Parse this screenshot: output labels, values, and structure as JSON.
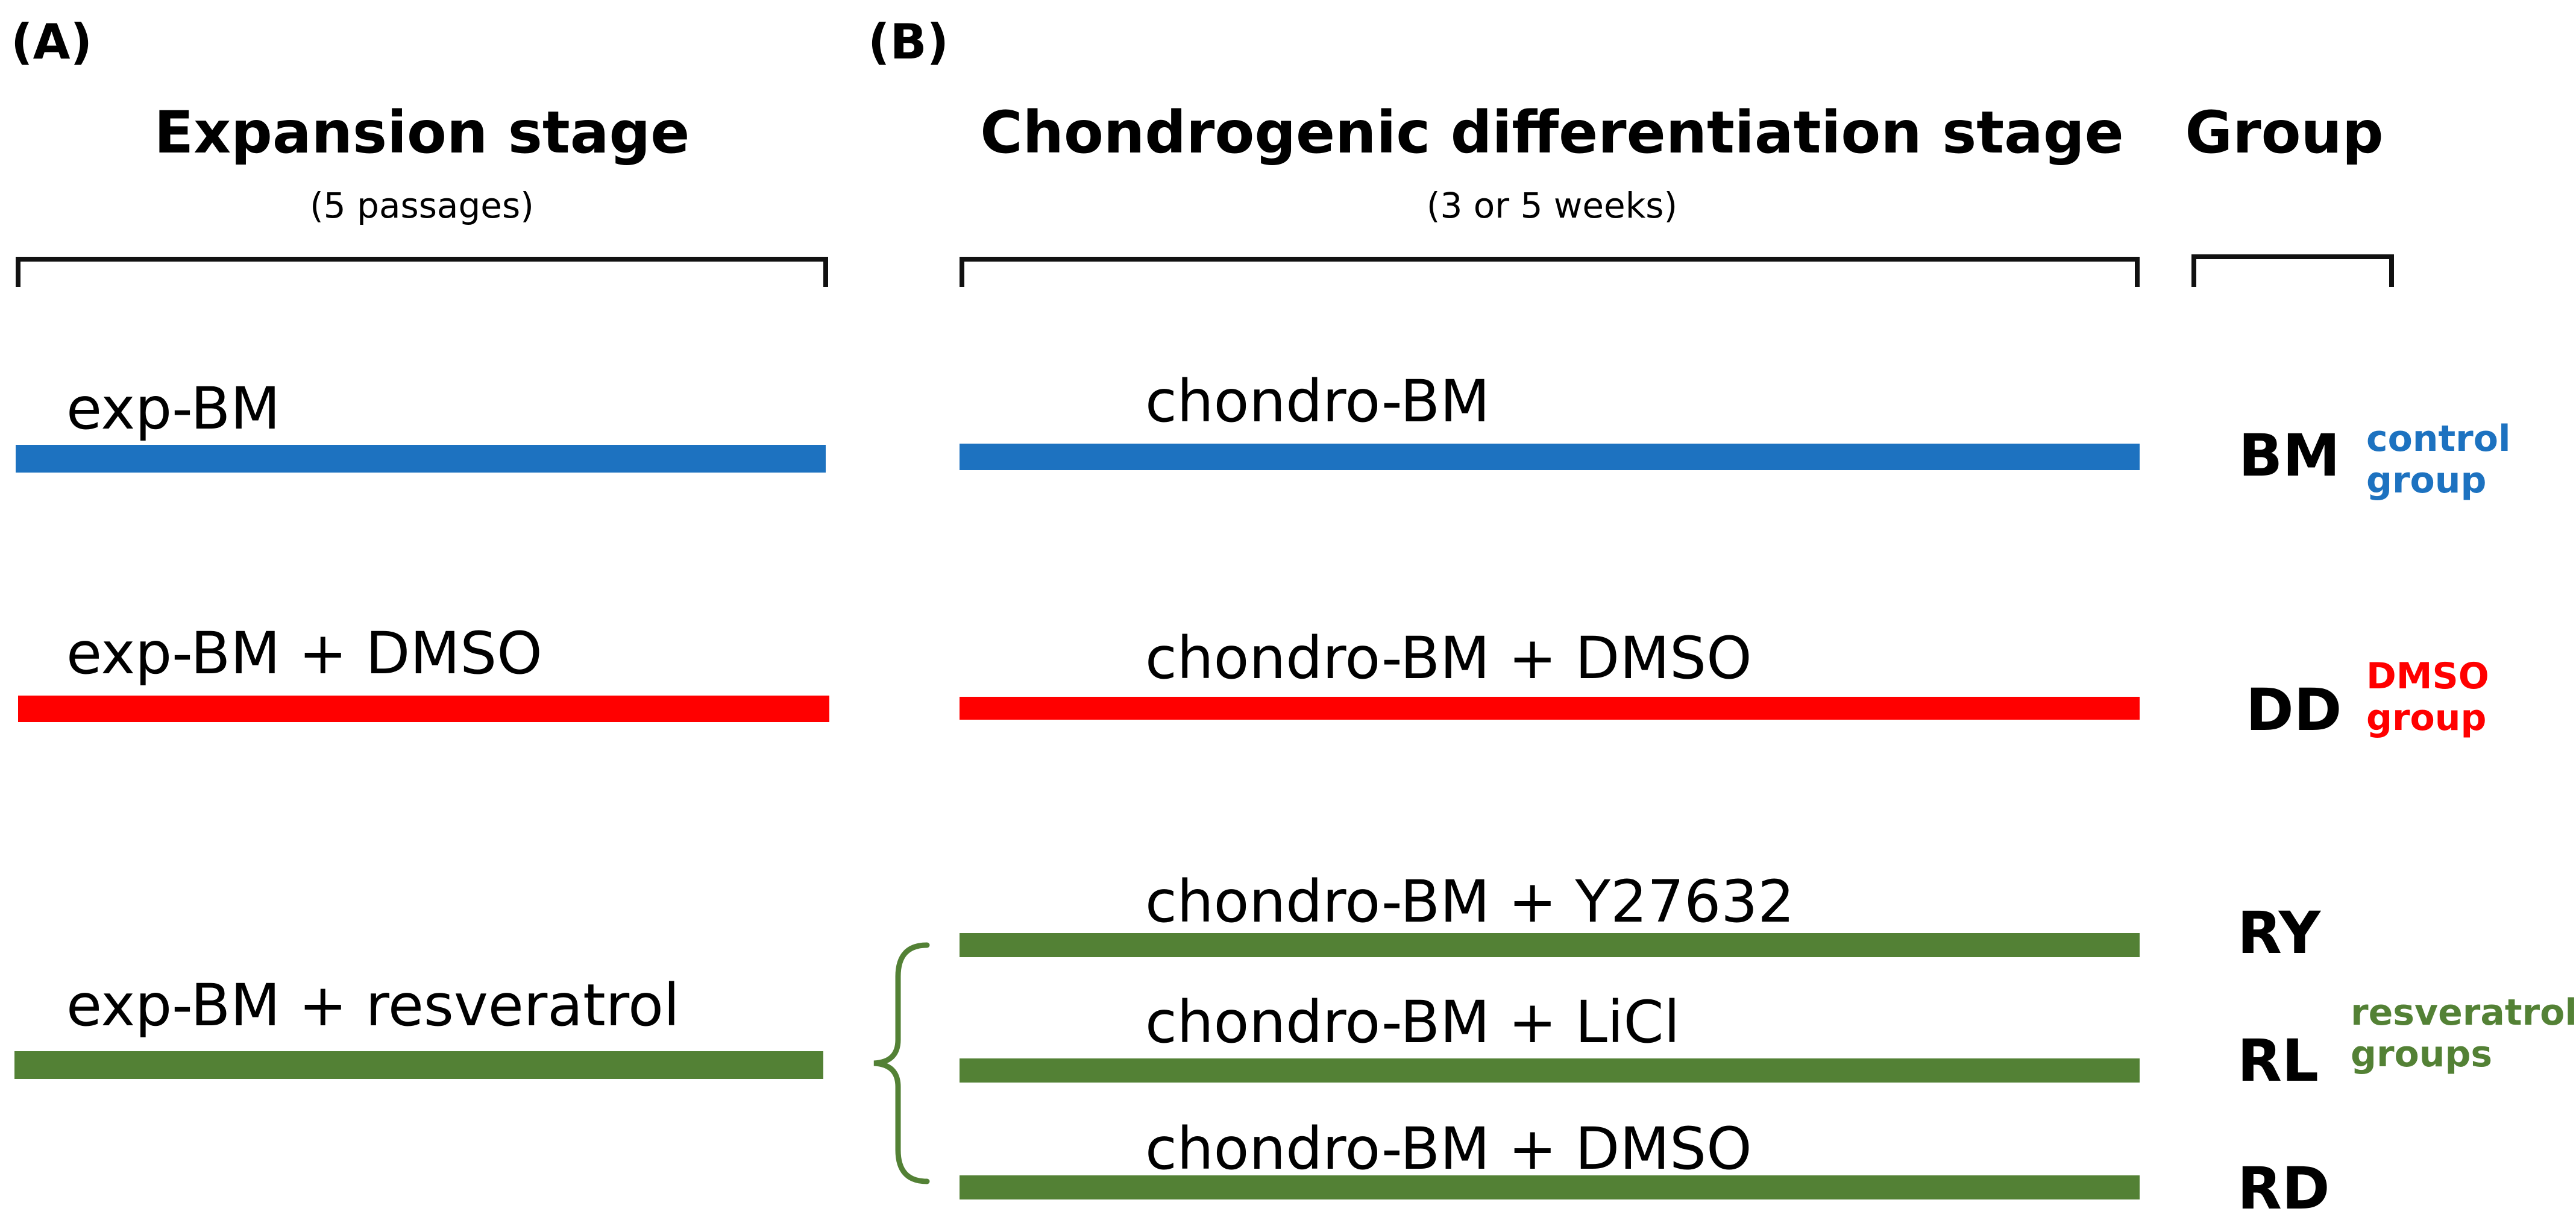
{
  "panels": {
    "a": "(A)",
    "b": "(B)"
  },
  "expansion": {
    "title": "Expansion stage",
    "subtitle": "(5 passages)"
  },
  "chondro": {
    "title": "Chondrogenic differentiation stage",
    "subtitle": "(3 or 5 weeks)"
  },
  "group_header": "Group",
  "expansion_lines": [
    {
      "label": "exp-BM",
      "color": "#1d72c0"
    },
    {
      "label": "exp-BM + DMSO",
      "color": "#ff0000"
    },
    {
      "label": "exp-BM + resveratrol",
      "color": "#538135"
    }
  ],
  "chondro_lines": [
    {
      "label": "chondro-BM",
      "color": "#1d72c0"
    },
    {
      "label": "chondro-BM + DMSO",
      "color": "#ff0000"
    },
    {
      "label": "chondro-BM + Y27632",
      "color": "#538135"
    },
    {
      "label": "chondro-BM + LiCl",
      "color": "#538135"
    },
    {
      "label": "chondro-BM + DMSO",
      "color": "#538135"
    }
  ],
  "groups": [
    {
      "code": "BM"
    },
    {
      "code": "DD"
    },
    {
      "code": "RY"
    },
    {
      "code": "RL"
    },
    {
      "code": "RD"
    }
  ],
  "group_notes": [
    {
      "line1": "control",
      "line2": "group",
      "color": "#1d72c0"
    },
    {
      "line1": "DMSO",
      "line2": "group",
      "color": "#ff0000"
    },
    {
      "line1": "resveratrol",
      "line2": "groups",
      "color": "#538135"
    }
  ]
}
